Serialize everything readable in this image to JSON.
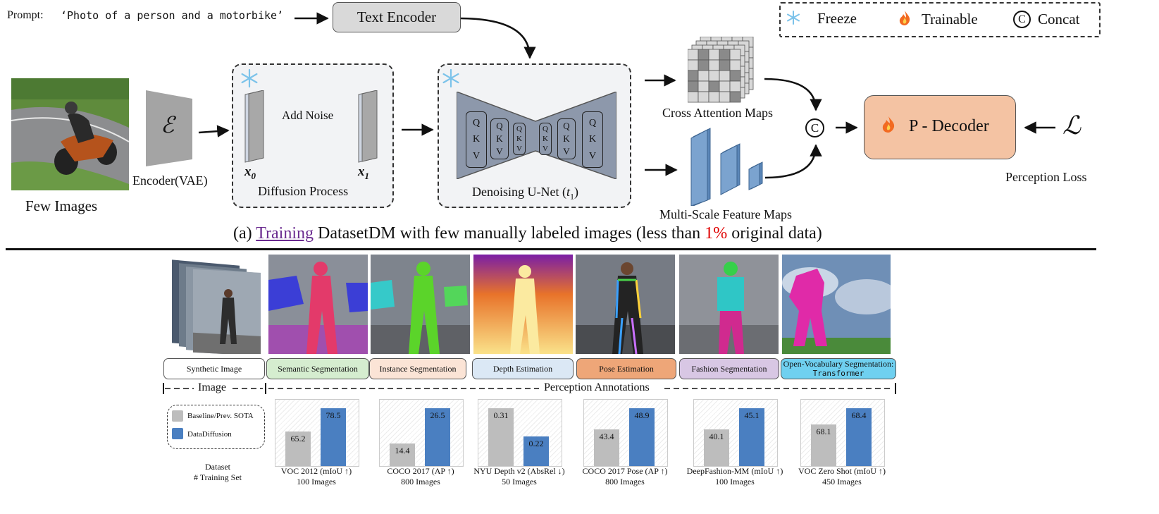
{
  "top": {
    "prompt_label": "Prompt:",
    "prompt_text": "‘Photo of a person and a motorbike’",
    "text_encoder": "Text Encoder",
    "legend": {
      "freeze": "Freeze",
      "trainable": "Trainable",
      "concat": "Concat",
      "concat_symbol": "C"
    },
    "few_images": "Few Images",
    "encoder_symbol": "ℰ",
    "encoder_label": "Encoder(VAE)",
    "add_noise": "Add Noise",
    "x0": "x",
    "x0_sub": "0",
    "x1": "x",
    "x1_sub": "1",
    "diffusion_process": "Diffusion Process",
    "unet_label": "Denoising U-Net (",
    "unet_t": "t",
    "unet_t_sub": "1",
    "unet_close": ")",
    "qkv": [
      "Q",
      "K",
      "V"
    ],
    "cross_attention": "Cross Attention Maps",
    "feature_maps": "Multi-Scale Feature Maps",
    "p_decoder": "P - Decoder",
    "loss_symbol": "ℒ",
    "perception_loss": "Perception Loss",
    "caption_prefix": "(a) ",
    "caption_link": "Training",
    "caption_mid": " DatasetDM with few manually labeled images (less than ",
    "caption_pct": "1%",
    "caption_suffix": " original data)",
    "colors": {
      "decoder_fill": "#f4c3a3",
      "caption_link": "#6a2a8f",
      "caption_pct": "#e00000",
      "feature_blue": "#7ba3cf"
    }
  },
  "bottom": {
    "tasks": [
      {
        "label": "Synthetic Image",
        "fill": "#ffffff"
      },
      {
        "label": "Semantic Segmentation",
        "fill": "#d5edcf"
      },
      {
        "label": "Instance Segmentation",
        "fill": "#fbe4d6"
      },
      {
        "label": "Depth Estimation",
        "fill": "#dbe8f5"
      },
      {
        "label": "Pose Estimation",
        "fill": "#eea678"
      },
      {
        "label": "Fashion Segmentation",
        "fill": "#d8c7e4"
      },
      {
        "label": "Open-Vocabulary Segmentation: ",
        "label_mono": "Transformer",
        "fill": "#6fd0f0"
      }
    ],
    "image_span": "Image",
    "annotation_span": "Perception Annotations",
    "legend": {
      "baseline": "Baseline/Prev. SOTA",
      "ours": "DataDiffusion"
    },
    "dataset_label": "Dataset",
    "training_set_label": "# Training Set",
    "colors": {
      "baseline": "#bdbdbd",
      "ours": "#4a7fc1"
    }
  },
  "chart_data": [
    {
      "type": "bar",
      "title": "VOC 2012 (mIoU ↑)",
      "subtitle": "100 Images",
      "series": [
        {
          "name": "Baseline/Prev. SOTA",
          "values": [
            65.2
          ]
        },
        {
          "name": "DataDiffusion",
          "values": [
            78.5
          ]
        }
      ]
    },
    {
      "type": "bar",
      "title": "COCO 2017 (AP ↑)",
      "subtitle": "800 Images",
      "series": [
        {
          "name": "Baseline/Prev. SOTA",
          "values": [
            14.4
          ]
        },
        {
          "name": "DataDiffusion",
          "values": [
            26.5
          ]
        }
      ]
    },
    {
      "type": "bar",
      "title": "NYU Depth v2 (AbsRel ↓)",
      "subtitle": "50 Images",
      "series": [
        {
          "name": "Baseline/Prev. SOTA",
          "values": [
            0.31
          ]
        },
        {
          "name": "DataDiffusion",
          "values": [
            0.22
          ]
        }
      ]
    },
    {
      "type": "bar",
      "title": "COCO 2017 Pose (AP ↑)",
      "subtitle": "800 Images",
      "series": [
        {
          "name": "Baseline/Prev. SOTA",
          "values": [
            43.4
          ]
        },
        {
          "name": "DataDiffusion",
          "values": [
            48.9
          ]
        }
      ]
    },
    {
      "type": "bar",
      "title": "DeepFashion-MM (mIoU ↑)",
      "subtitle": "100 Images",
      "series": [
        {
          "name": "Baseline/Prev. SOTA",
          "values": [
            40.1
          ]
        },
        {
          "name": "DataDiffusion",
          "values": [
            45.1
          ]
        }
      ]
    },
    {
      "type": "bar",
      "title": "VOC Zero Shot (mIoU ↑)",
      "subtitle": "450 Images",
      "series": [
        {
          "name": "Baseline/Prev. SOTA",
          "values": [
            68.1
          ]
        },
        {
          "name": "DataDiffusion",
          "values": [
            68.4
          ]
        }
      ]
    }
  ]
}
